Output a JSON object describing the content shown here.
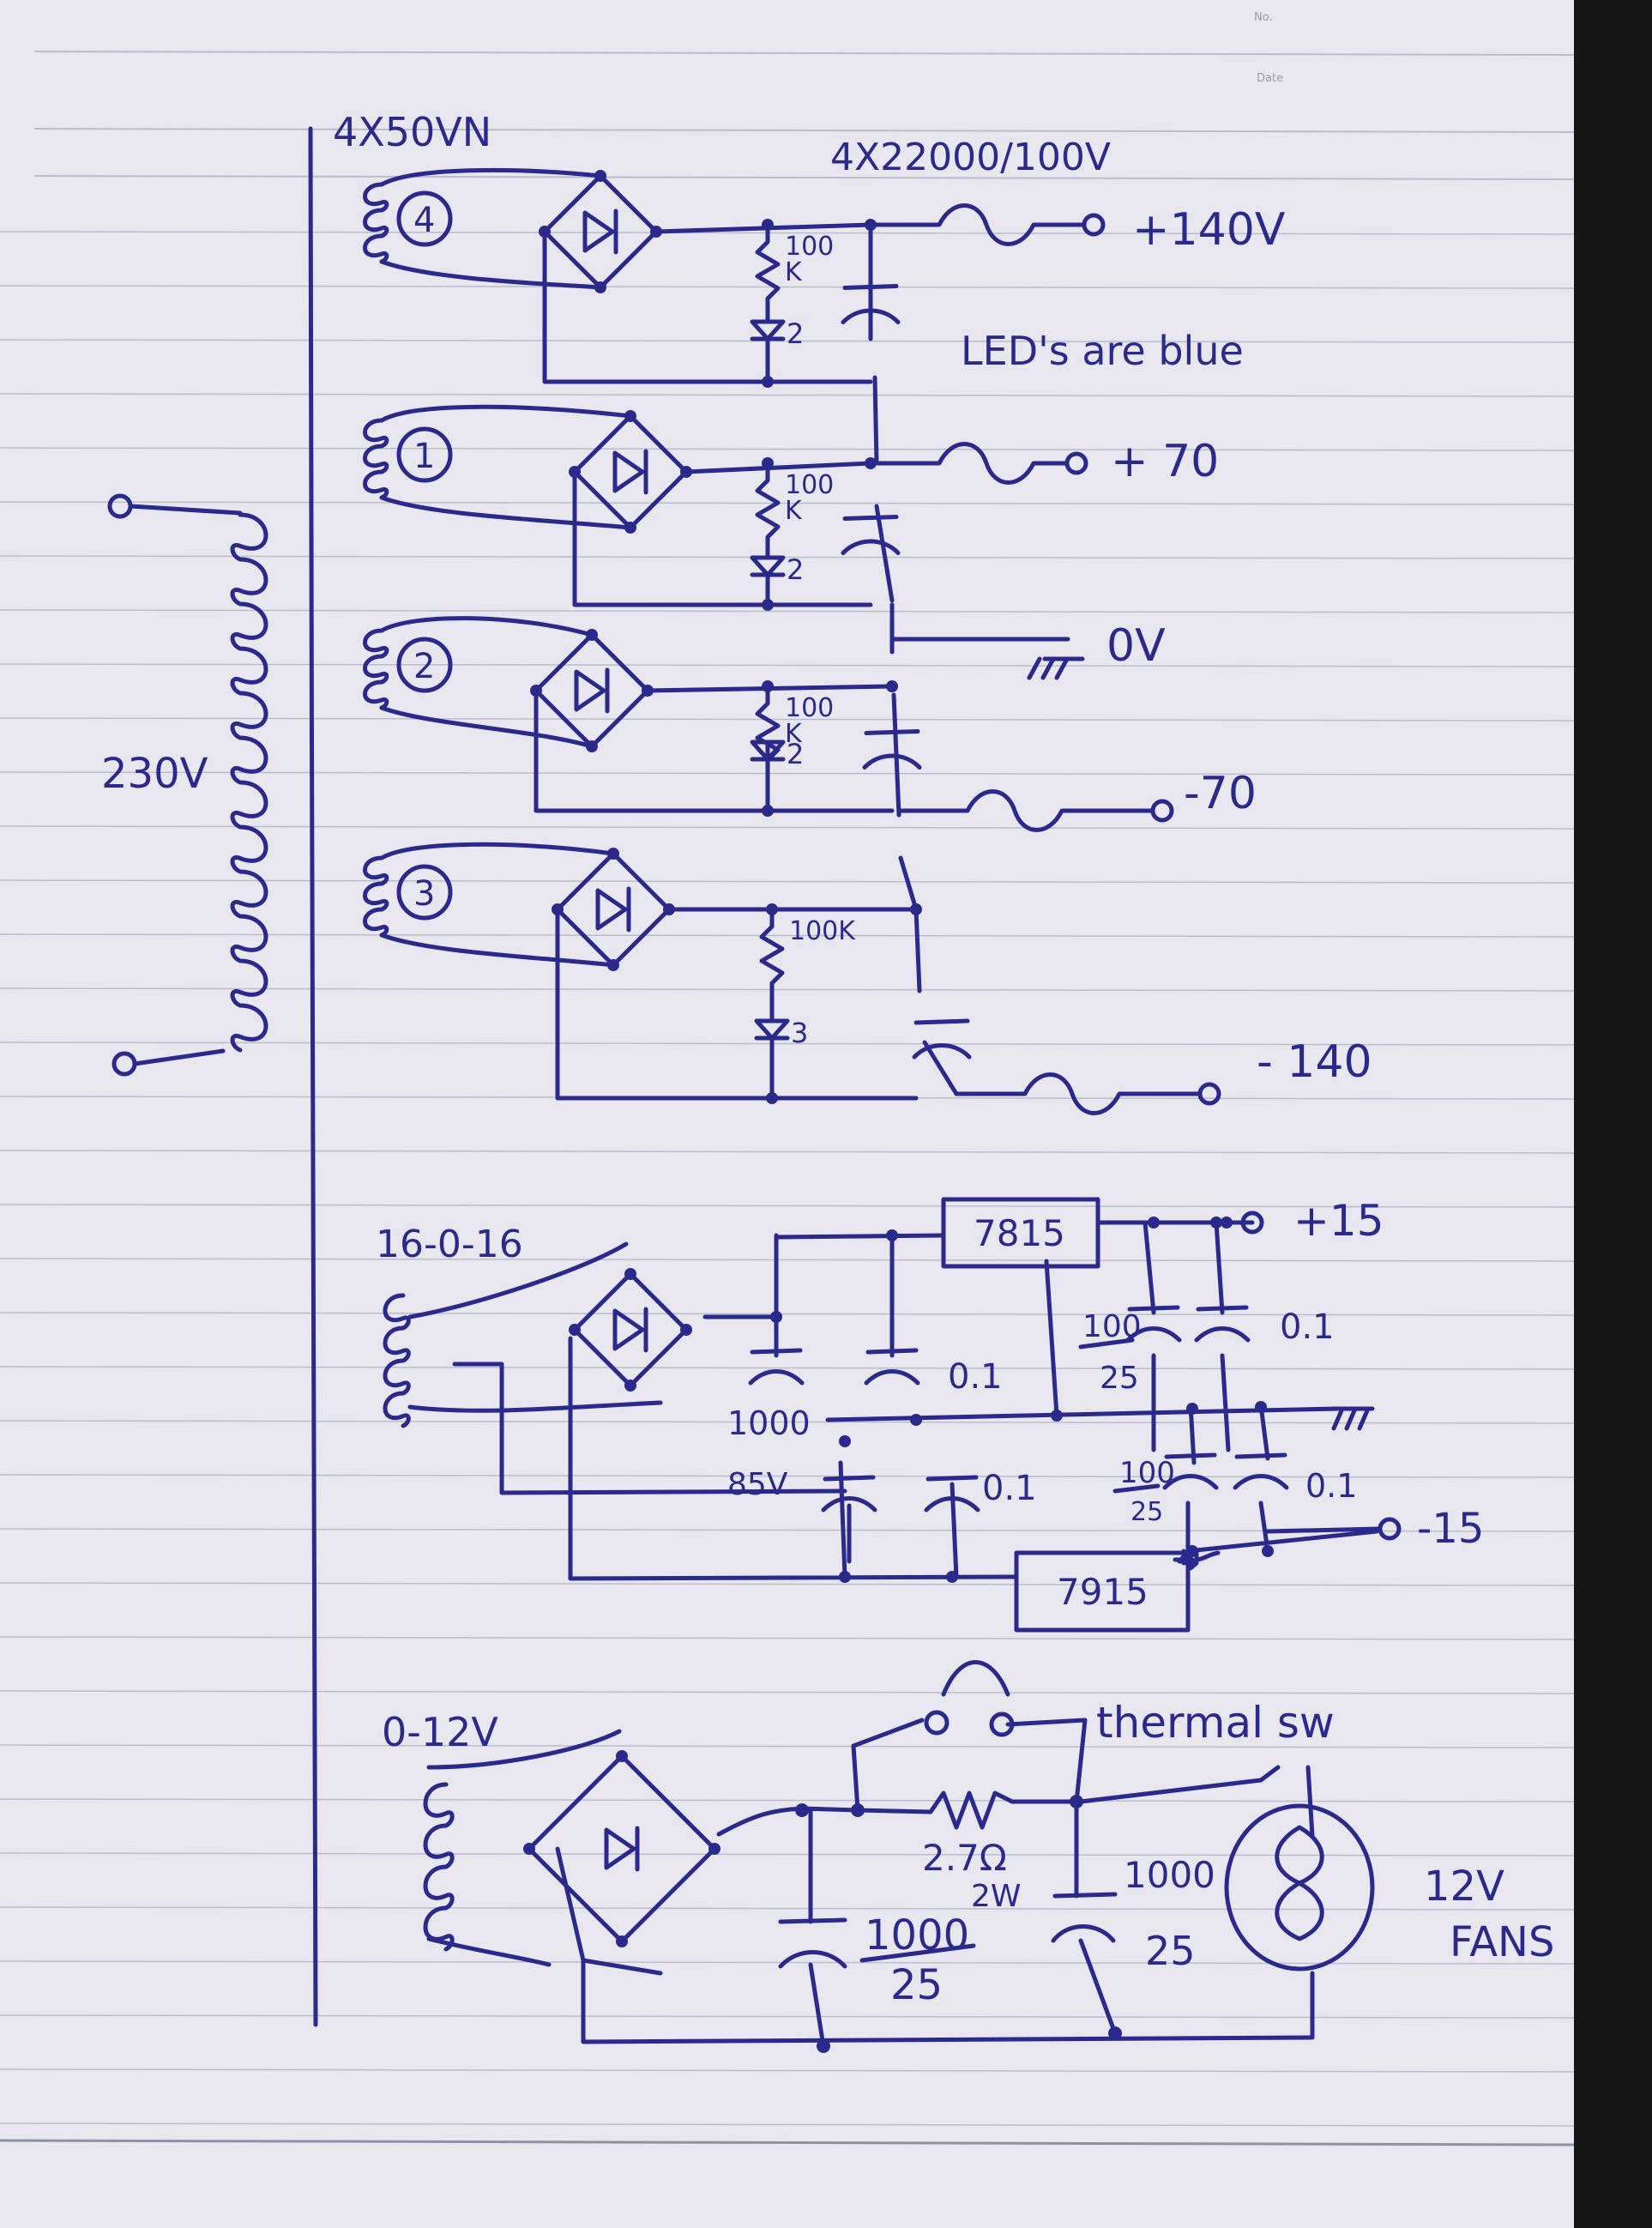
{
  "header": {
    "no_label": "No.",
    "date_label": "Date"
  },
  "mains": {
    "voltage": "230V"
  },
  "main_supply": {
    "transformer": "4X50VN",
    "capacitors": "4X22000/100V",
    "led_note": "LED's are blue",
    "windings": [
      "4",
      "1",
      "2",
      "3"
    ],
    "rails": [
      {
        "label": "+140V"
      },
      {
        "label": "+ 70"
      },
      {
        "label": "0V"
      },
      {
        "label": "-70"
      },
      {
        "label": "- 140"
      }
    ],
    "resistors": [
      "100\nK",
      "100\nK",
      "100\nK",
      "100K"
    ],
    "leds": [
      "2",
      "2",
      "2",
      "3"
    ]
  },
  "regulated_supply": {
    "transformer": "16-0-16",
    "pos_regulator": "7815",
    "neg_regulator": "7915",
    "pos_out": "+15",
    "neg_out": "-15",
    "filter_cap_top": "1000",
    "filter_cap_bottom": "85V",
    "decouple": [
      "0.1",
      "0.1",
      "0.1",
      "0.1"
    ],
    "out_cap_top": {
      "num": "100",
      "den": "25"
    },
    "out_cap_bottom": {
      "num": "100",
      "den": "25"
    }
  },
  "fan_supply": {
    "transformer": "0-12V",
    "switch_label": "thermal sw",
    "resistor": "2.7Ω",
    "resistor_power": "2W",
    "cap_left": {
      "num": "1000",
      "den": "25"
    },
    "cap_right": {
      "num": "1000",
      "den": "25"
    },
    "load_label": "12V",
    "load_label2": "FANS"
  },
  "colors": {
    "paper": "#e8e7ef",
    "ink": "#2b2a8c",
    "rule": "#b9bccb"
  }
}
